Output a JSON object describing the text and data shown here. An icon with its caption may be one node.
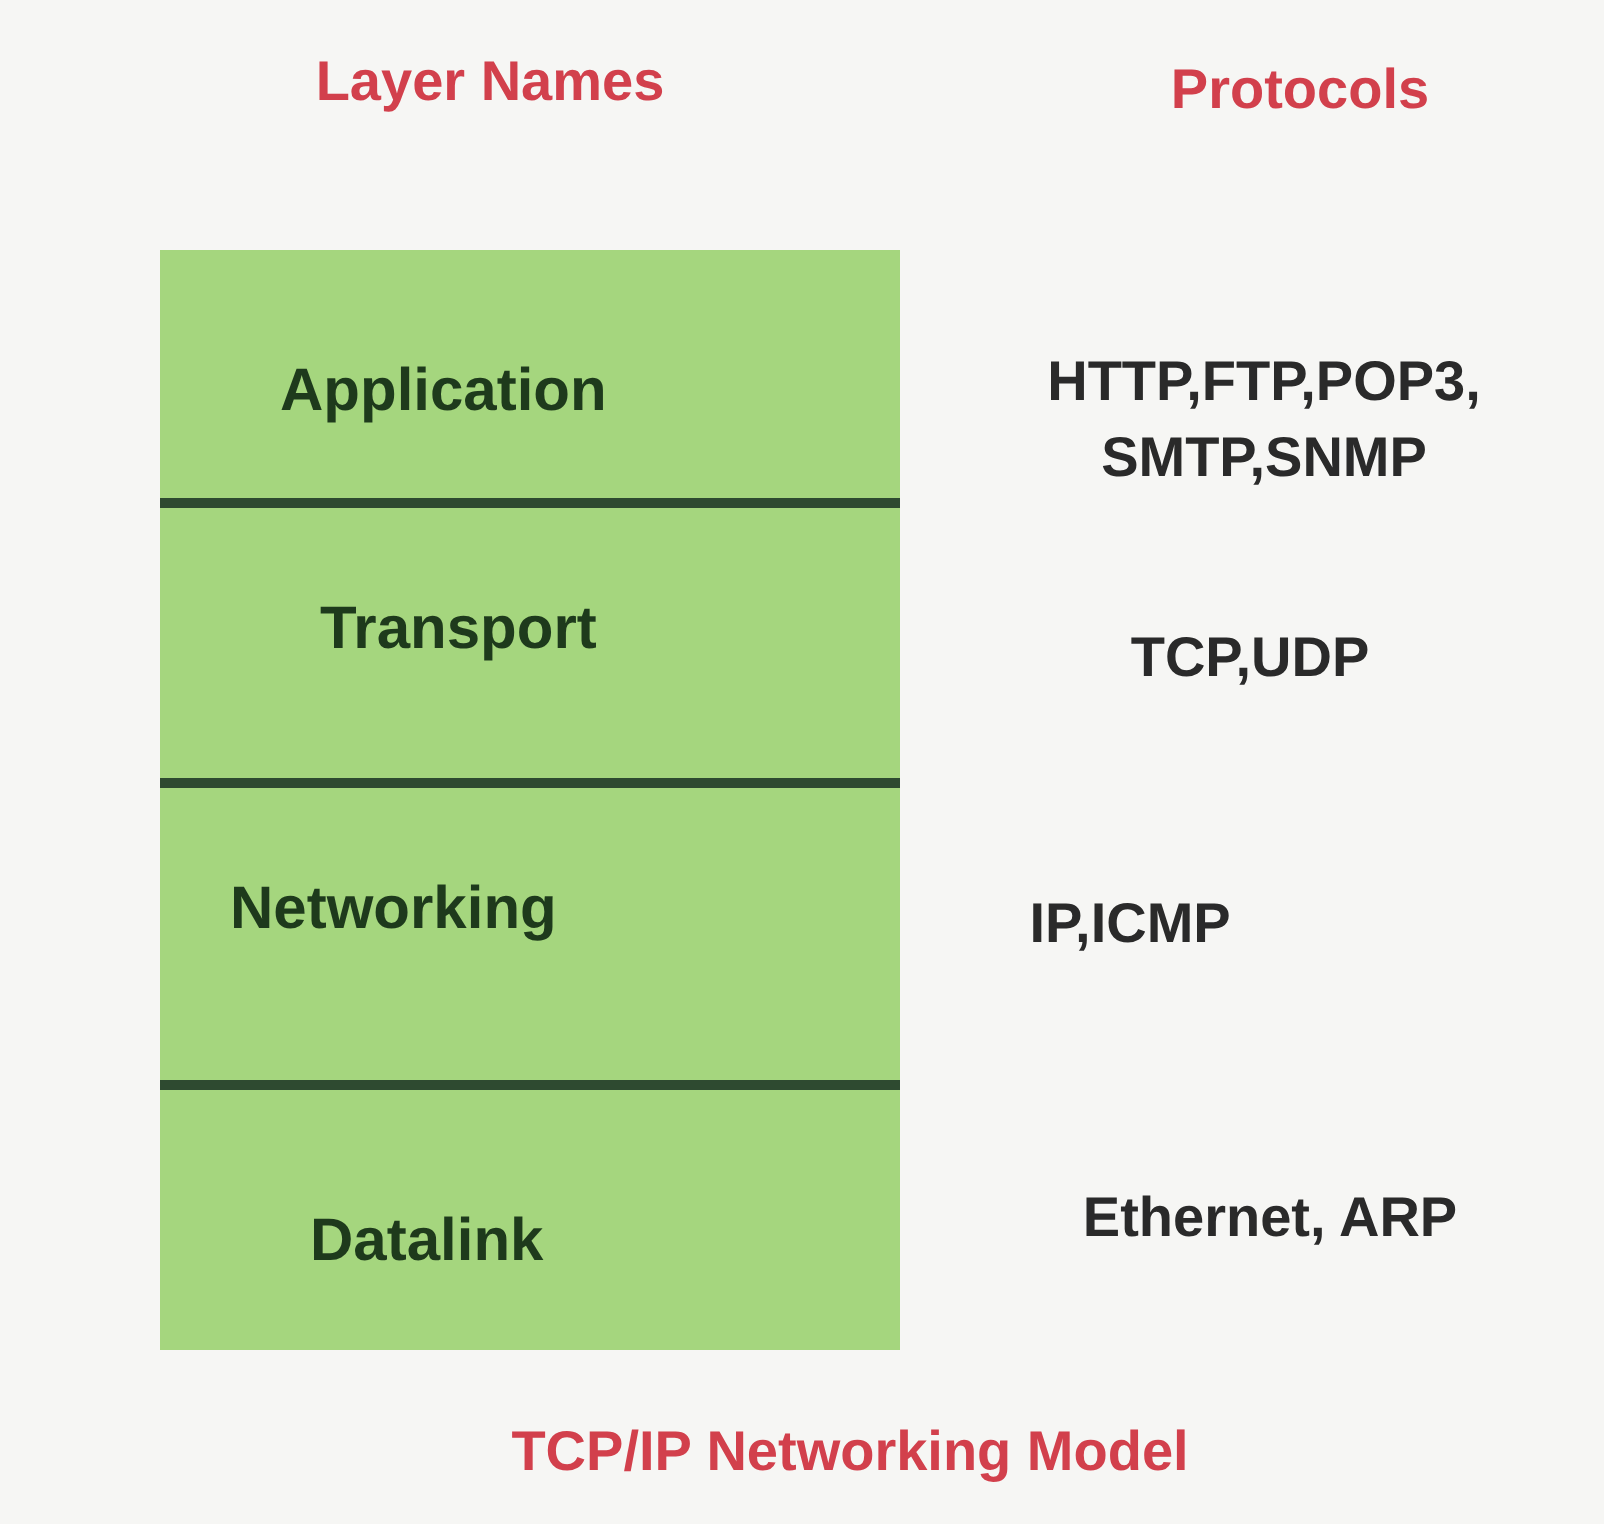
{
  "diagram": {
    "caption": "TCP/IP Networking Model",
    "nodes": [
      {
        "text": [
          "Application"
        ]
      },
      {
        "text": [
          "Transport"
        ]
      },
      {
        "text": [
          "Networking"
        ]
      },
      {
        "text": [
          "Datalink"
        ]
      }
    ],
    "labels": [
      "Layer Names",
      "Protocols",
      "HTTP,FTP,POP3, SMTP,SNMP",
      "TCP,UDP",
      "IP,ICMP",
      "Ethernet, ARP"
    ]
  }
}
